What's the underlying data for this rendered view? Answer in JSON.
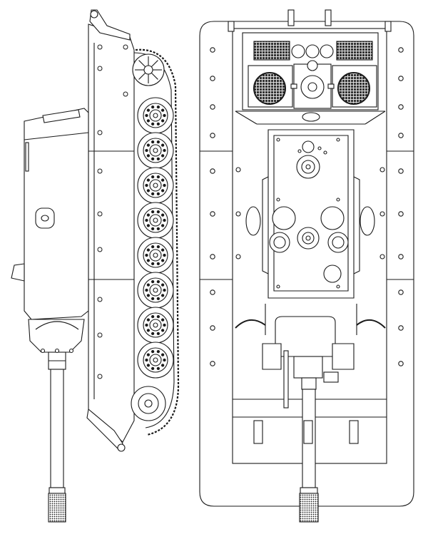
{
  "figure": {
    "background": "#ffffff",
    "line_color": "#1a1a1a",
    "fill_color": "#ffffff",
    "views": [
      {
        "id": "side-view",
        "road_wheel_count": 8
      },
      {
        "id": "top-view",
        "engine_fan_count": 2
      }
    ]
  }
}
